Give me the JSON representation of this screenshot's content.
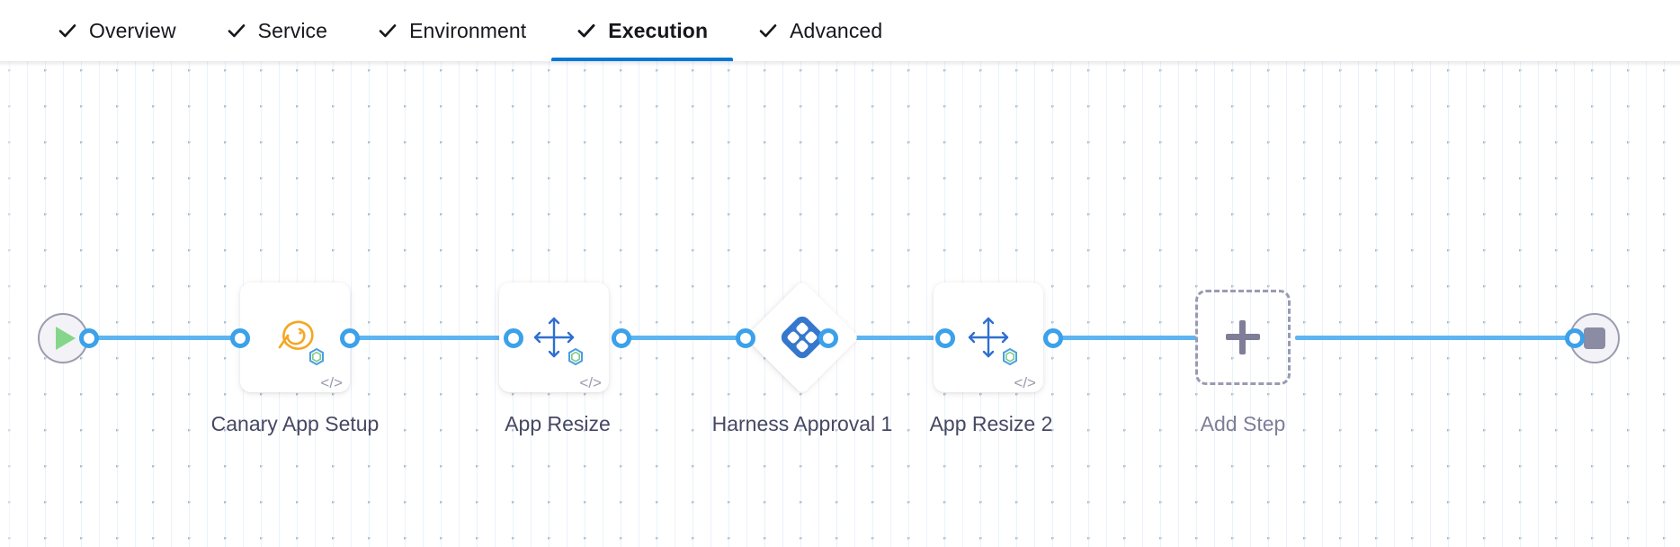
{
  "tabs": [
    {
      "label": "Overview",
      "icon": "check-icon",
      "active": false,
      "completed": true
    },
    {
      "label": "Service",
      "icon": "check-icon",
      "active": false,
      "completed": true
    },
    {
      "label": "Environment",
      "icon": "check-icon",
      "active": false,
      "completed": true
    },
    {
      "label": "Execution",
      "icon": "check-icon",
      "active": true,
      "completed": true
    },
    {
      "label": "Advanced",
      "icon": "check-icon",
      "active": false,
      "completed": true
    }
  ],
  "colors": {
    "accent_blue": "#0278d5",
    "connector_line": "#5eb5f0",
    "connector_dot": "#3ba1ea",
    "harness_logo": "#3577cc",
    "canary_icon": "#f5a623",
    "resize_icon": "#2f6fd0",
    "start_play": "#85d68a",
    "end_stop": "#8b8ba3",
    "label_text": "#464863",
    "muted_text": "#7e7e98"
  },
  "pipeline": {
    "start_node": {
      "name": "start-node",
      "icon": "play-icon"
    },
    "end_node": {
      "name": "end-node",
      "icon": "stop-icon"
    },
    "steps": [
      {
        "label": "Canary App Setup",
        "icon": "canary-bird-icon",
        "type": "card",
        "code_badge": "</>",
        "has_config_badge": true
      },
      {
        "label": "App Resize",
        "icon": "resize-arrows-icon",
        "type": "card",
        "code_badge": "</>",
        "has_config_badge": true
      },
      {
        "label": "Harness Approval 1",
        "icon": "harness-logo-icon",
        "type": "diamond",
        "code_badge": "",
        "has_config_badge": false
      },
      {
        "label": "App Resize 2",
        "icon": "resize-arrows-icon",
        "type": "card",
        "code_badge": "</>",
        "has_config_badge": true
      }
    ],
    "add_step": {
      "label": "Add Step",
      "icon": "plus-icon"
    }
  }
}
